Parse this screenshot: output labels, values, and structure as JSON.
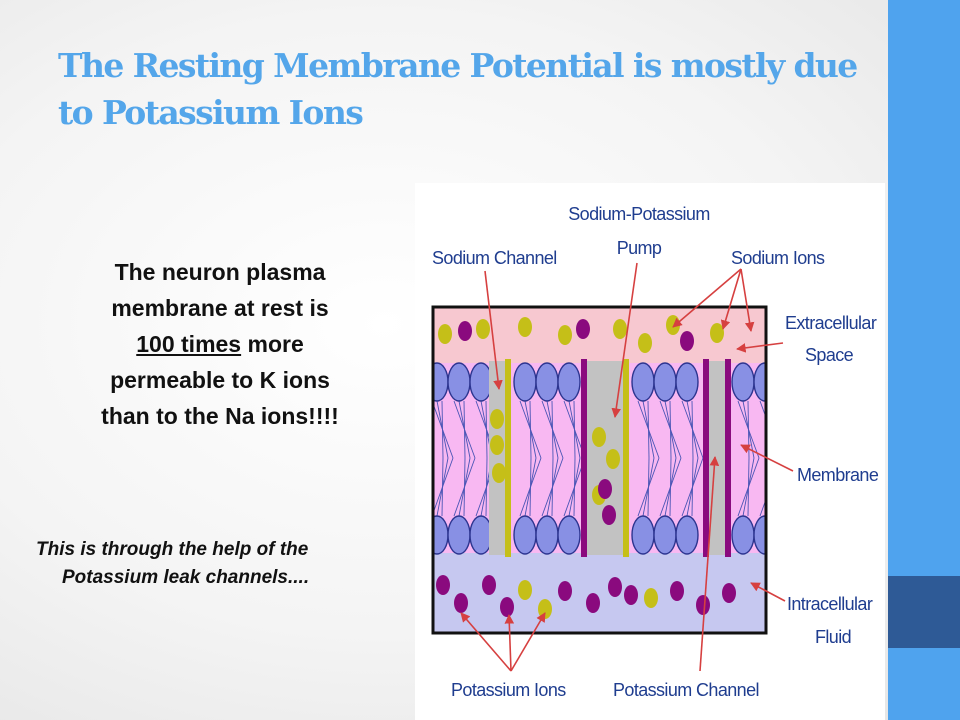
{
  "slide": {
    "title": "The Resting Membrane Potential is mostly due to Potassium Ions",
    "body": {
      "line1": "The neuron plasma",
      "line2": "membrane at rest is",
      "line3_emph": "100 times",
      "line3_rest": " more",
      "line4": "permeable to K ions",
      "line5": "than to the Na ions!!!!"
    },
    "note": "This is through the help of the Potassium leak channels...."
  },
  "diagram": {
    "labels": {
      "sodium_channel": "Sodium Channel",
      "pump_line1": "Sodium-Potassium",
      "pump_line2": "Pump",
      "sodium_ions": "Sodium Ions",
      "extracellular_line1": "Extracellular",
      "extracellular_line2": "Space",
      "membrane": "Membrane",
      "intracellular_line1": "Intracellular",
      "intracellular_line2": "Fluid",
      "potassium_ions": "Potassium Ions",
      "potassium_channel": "Potassium Channel"
    },
    "colors": {
      "extracellular": "#f7c8d0",
      "intracellular": "#c6c8f0",
      "membrane_core": "#f8b8f2",
      "lipid_head": "#8890e4",
      "channel_gray": "#c2c2c2",
      "sodium_ion": "#c5bf18",
      "potassium_ion": "#8a0a7e",
      "label": "#1f3d8f",
      "pointer": "#d64040"
    }
  },
  "theme": {
    "title_color": "#54a6ea",
    "accent_bar": "#4fa3ee",
    "accent_block": "#2e5a96"
  }
}
